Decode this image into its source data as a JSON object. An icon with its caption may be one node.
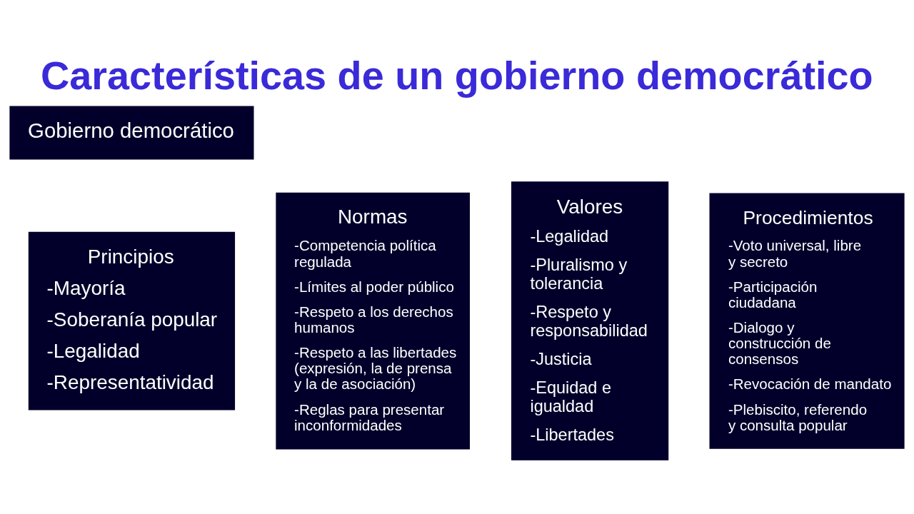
{
  "diagram": {
    "title": "Características de un gobierno democrático",
    "nodes": [
      {
        "text": [
          "Gobierno democrático"
        ]
      },
      {
        "text": [
          "Principios",
          "-Mayoría",
          "-Soberanía popular",
          "-Legalidad",
          "-Representatividad"
        ]
      },
      {
        "text": [
          "Normas",
          "-Competencia política regulada",
          "-Límites al poder público",
          "-Respeto a los derechos humanos",
          "-Respeto a las libertades (expresión, la de prensa y la de asociación)",
          "-Reglas para presentar inconformidades"
        ]
      },
      {
        "text": [
          "Valores",
          "-Legalidad",
          "-Pluralismo y tolerancia",
          "-Respeto y responsabilidad",
          "-Justicia",
          "-Equidad e igualdad",
          "-Libertades"
        ]
      },
      {
        "text": [
          "Procedimientos",
          "-Voto universal, libre y secreto",
          "-Participación ciudadana",
          "-Dialogo y construcción de consensos",
          "-Revocación de mandato",
          "-Plebiscito, referendo y consulta popular"
        ]
      }
    ]
  }
}
